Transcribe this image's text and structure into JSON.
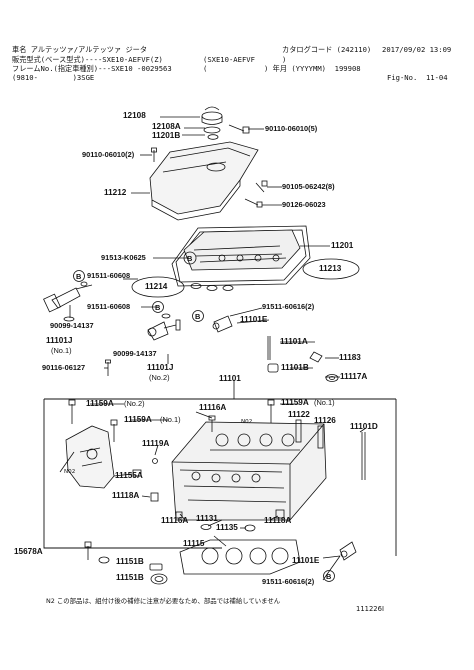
{
  "header": {
    "line1_left": "車名 アルテッツァ/アルテッツァ ジータ",
    "line1_catalog": "カタログコード (242110)",
    "line1_date": "2017/09/02 13:09",
    "line2_left": "販売型式(ベース型式)----SXE10-AEFVF(Z)",
    "line2_mid": "(SXE10-AEFVF",
    "line2_close": ")",
    "line3_left": "フレームNo.(指定車種別)---SXE10 -0029563",
    "line3_mid": "(",
    "line3_year": ") 年月 (YYYYMM)  199908",
    "line4_left": "(9810-        )3SGE",
    "line4_fig": "Fig-No.  11-04"
  },
  "parts": {
    "p12108": "12108",
    "p12108A": "12108A",
    "p11201B": "11201B",
    "p90110_06010_5": "90110-06010(5)",
    "p90110_06010_2": "90110-06010(2)",
    "p11212": "11212",
    "p90105_06242_8": "90105-06242(8)",
    "p90126_06023": "90126-06023",
    "p11201": "11201",
    "p91513_K0625": "91513-K0625",
    "p11213": "11213",
    "p91511_60608_a": "91511-60608",
    "p11214": "11214",
    "p91511_60608_b": "91511-60608",
    "p91511_60616_2a": "91511-60616(2)",
    "p90099_14137_a": "90099-14137",
    "p11101J_a": "11101J",
    "p_no1": "(No.1)",
    "p11101E_a": "11101E",
    "p90099_14137_b": "90099-14137",
    "p11101A": "11101A",
    "p11183": "11183",
    "p90116_06127": "90116-06127",
    "p11101J_b": "11101J",
    "p_no2": "(No.2)",
    "p11101B": "11101B",
    "p11117A": "11117A",
    "p11101": "11101",
    "p11159A_no2": "11159A",
    "p_no2b": "(No.2)",
    "p11116A_a": "11116A",
    "p11159A_no1b": "11159A",
    "p_no1c": "(No.1)",
    "p11122": "11122",
    "p11159A_no1": "11159A",
    "p_no1b": "(No.1)",
    "p11126": "11126",
    "p11101D": "11101D",
    "p11119A": "11119A",
    "p11155A": "11155A",
    "p11118A_a": "11118A",
    "p11116A_b": "11116A",
    "p11131": "11131",
    "p11135": "11135",
    "p11118A_b": "11118A",
    "p11115": "11115",
    "p15678A": "15678A",
    "p11151B_a": "11151B",
    "p11151B_b": "11151B",
    "p11101E_b": "11101E",
    "p91511_60616_2b": "91511-60616(2)",
    "n02_a": "N02",
    "n02_b": "N02",
    "b_mark": "B"
  },
  "footer": {
    "note": "N2 この部品は、組付け後の補修に注意が必要なため、部品では補給していません",
    "code": "111226I"
  }
}
